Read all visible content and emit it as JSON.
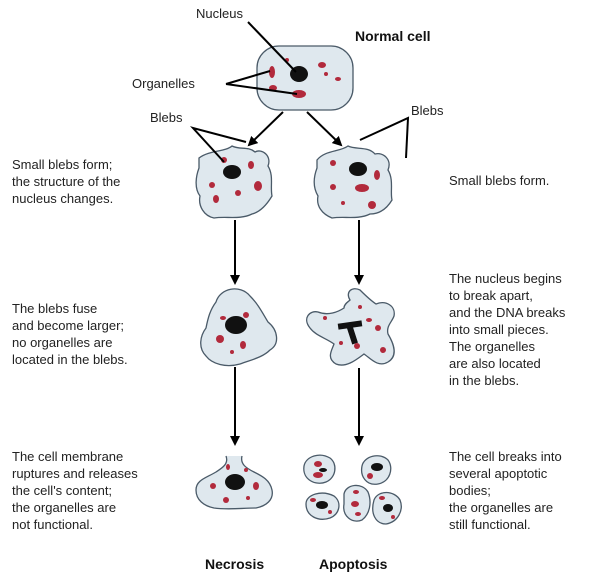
{
  "labels": {
    "nucleus": "Nucleus",
    "organelles": "Organelles",
    "blebs_left": "Blebs",
    "blebs_right": "Blebs",
    "normal_cell": "Normal cell"
  },
  "captions": {
    "necrosis_1": "Small blebs form;\nthe structure of the\nnucleus changes.",
    "necrosis_2": "The blebs fuse\nand become larger;\nno organelles are\nlocated in the blebs.",
    "necrosis_3": "The cell membrane\nruptures and releases\nthe cell's content;\nthe organelles are\nnot functional.",
    "apoptosis_1": "Small blebs form.",
    "apoptosis_2": "The nucleus begins\nto break apart,\nand the DNA breaks\ninto small pieces.\nThe organelles\nare also located\nin the blebs.",
    "apoptosis_3": "The cell breaks into\nseveral apoptotic\nbodies;\nthe organelles are\nstill functional."
  },
  "pathways": {
    "necrosis": "Necrosis",
    "apoptosis": "Apoptosis"
  },
  "colors": {
    "cell_fill": "#dfe8ee",
    "cell_stroke": "#4a5a68",
    "nucleus": "#111111",
    "organelle": "#b22a3c",
    "arrow": "#000000"
  }
}
